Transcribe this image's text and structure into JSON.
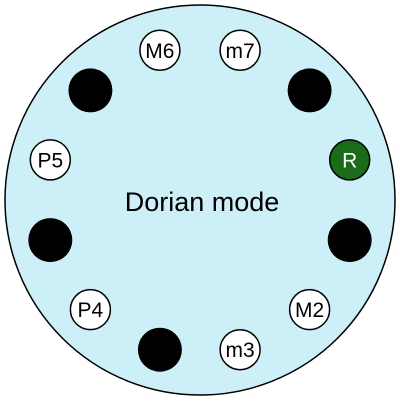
{
  "diagram": {
    "title": "Dorian mode",
    "colors": {
      "disc_fill": "#cdf0f8",
      "disc_stroke": "#000000",
      "absent_note": "#000000",
      "interval_note": "#ffffff",
      "root_note": "#1a6b1a",
      "root_text": "#ffffff",
      "interval_text": "#000000"
    },
    "notes": [
      {
        "pitch_class": 0,
        "label": "R",
        "in_mode": true,
        "role": "root"
      },
      {
        "pitch_class": 1,
        "label": "",
        "in_mode": false,
        "role": "absent"
      },
      {
        "pitch_class": 2,
        "label": "M2",
        "in_mode": true,
        "role": "interval"
      },
      {
        "pitch_class": 3,
        "label": "m3",
        "in_mode": true,
        "role": "interval"
      },
      {
        "pitch_class": 4,
        "label": "",
        "in_mode": false,
        "role": "absent"
      },
      {
        "pitch_class": 5,
        "label": "P4",
        "in_mode": true,
        "role": "interval"
      },
      {
        "pitch_class": 6,
        "label": "",
        "in_mode": false,
        "role": "absent"
      },
      {
        "pitch_class": 7,
        "label": "P5",
        "in_mode": true,
        "role": "interval"
      },
      {
        "pitch_class": 8,
        "label": "",
        "in_mode": false,
        "role": "absent"
      },
      {
        "pitch_class": 9,
        "label": "M6",
        "in_mode": true,
        "role": "interval"
      },
      {
        "pitch_class": 10,
        "label": "m7",
        "in_mode": true,
        "role": "interval"
      },
      {
        "pitch_class": 11,
        "label": "",
        "in_mode": false,
        "role": "absent"
      }
    ]
  }
}
